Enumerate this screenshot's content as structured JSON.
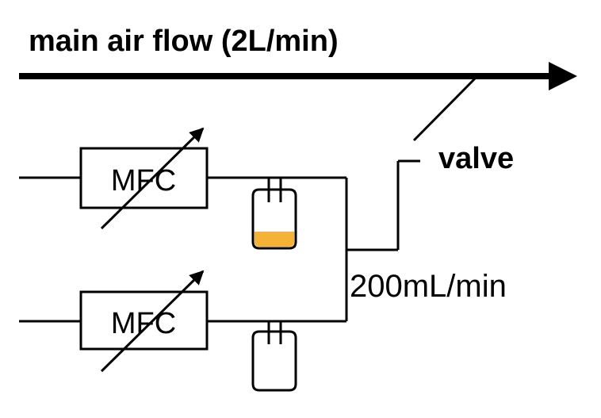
{
  "title": "main air flow (2L/min)",
  "valve_label": "valve",
  "branch_flow_label": "200mL/min",
  "mfc_label": "MFC",
  "mfc_units": [
    {
      "label": "MFC"
    },
    {
      "label": "MFC"
    }
  ],
  "colors": {
    "line": "#000000",
    "liquid": "#F5B335",
    "background": "#FFFFFF"
  }
}
